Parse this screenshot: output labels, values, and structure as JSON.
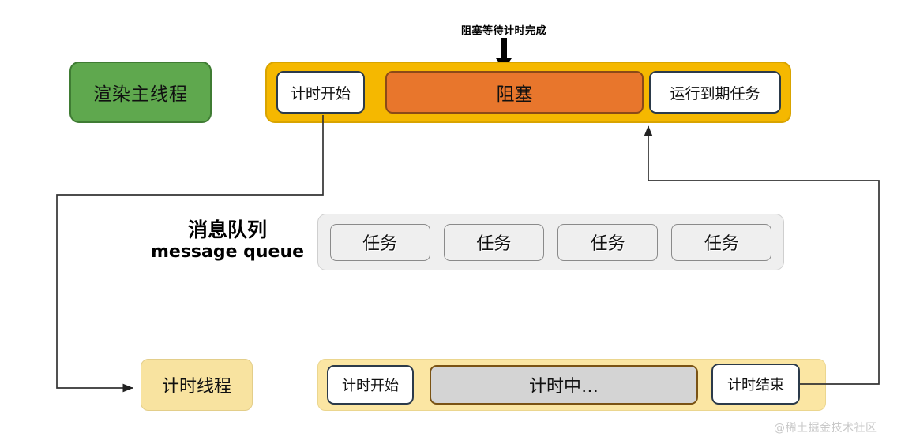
{
  "diagram": {
    "title_watermark": "@稀土掘金技术社区",
    "annotation": {
      "text": "阻塞等待计时完成"
    },
    "main_thread": {
      "label": "渲染主线程",
      "segments": [
        {
          "label": "计时开始",
          "kind": "white"
        },
        {
          "label": "阻塞",
          "kind": "orange"
        },
        {
          "label": "运行到期任务",
          "kind": "white"
        }
      ]
    },
    "message_queue": {
      "label_cn": "消息队列",
      "label_en": "message queue",
      "tasks": [
        {
          "label": "任务"
        },
        {
          "label": "任务"
        },
        {
          "label": "任务"
        },
        {
          "label": "任务"
        }
      ]
    },
    "timer_thread": {
      "label": "计时线程",
      "segments": [
        {
          "label": "计时开始",
          "kind": "white"
        },
        {
          "label": "计时中…",
          "kind": "gray"
        },
        {
          "label": "计时结束",
          "kind": "white"
        }
      ]
    },
    "colors": {
      "green_thread": "#5FA84E",
      "green_thread_border": "#3F7C33",
      "bar_yellow": "#F5B800",
      "block_orange": "#E8762C",
      "block_orange_border": "#8B4A18",
      "timer_yellow": "#FBE6A3",
      "queue_gray": "#EFEFEF",
      "timing_gray": "#D4D4D4",
      "connector": "#333333",
      "watermark": "#C9C9C9"
    }
  }
}
